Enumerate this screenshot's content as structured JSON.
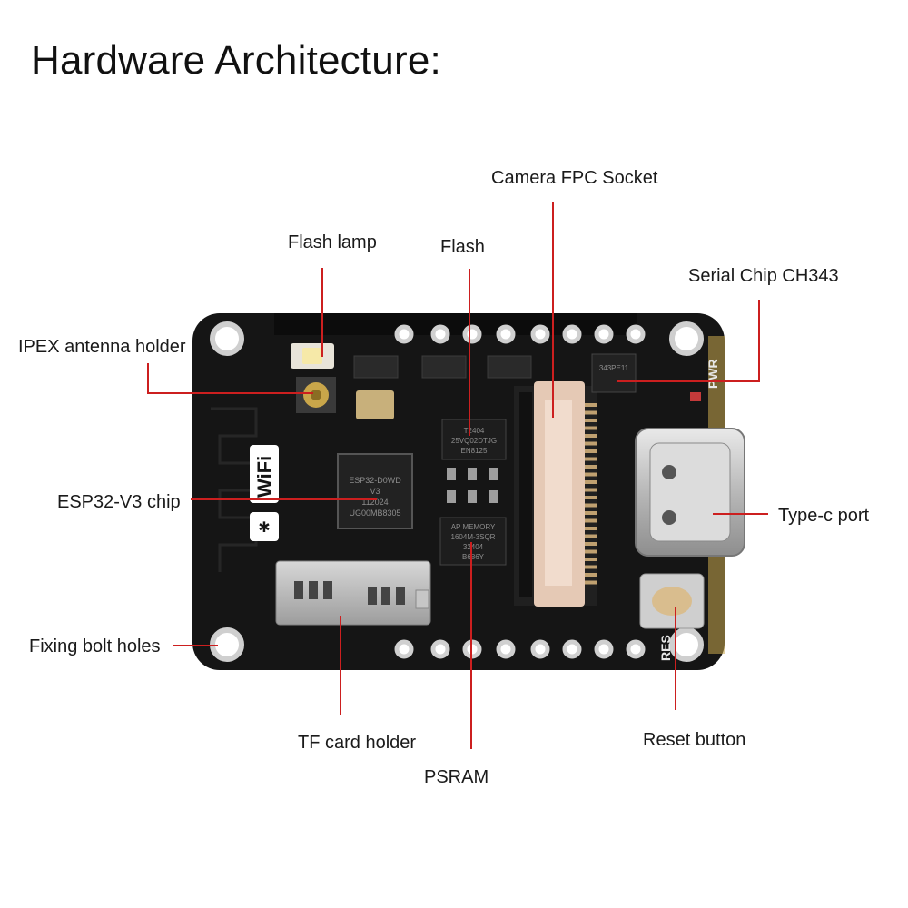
{
  "title": "Hardware Architecture:",
  "labels": {
    "camera_fpc_socket": "Camera FPC Socket",
    "flash_lamp": "Flash lamp",
    "flash": "Flash",
    "serial_chip": "Serial Chip CH343",
    "ipex_antenna": "IPEX antenna holder",
    "esp32_chip": "ESP32-V3 chip",
    "type_c_port": "Type-c port",
    "fixing_bolt_holes": "Fixing bolt holes",
    "tf_card_holder": "TF card holder",
    "psram": "PSRAM",
    "reset_button": "Reset button"
  },
  "silkscreen": {
    "wifi": "WiFi",
    "pwr": "PWR",
    "res": "RES",
    "esp32_marking": [
      "ESP32-D0WD",
      "V3",
      "112024",
      "UG00MB8305"
    ],
    "flash_marking": [
      "T2404",
      "25VQ02DTJG",
      "EN8125"
    ],
    "psram_marking": [
      "AP MEMORY",
      "1604M-3SQR",
      "32404",
      "B686Y"
    ],
    "serial_marking": "343PE11"
  },
  "colors": {
    "leader_line": "#cc1f1f",
    "board": "#161616",
    "pad": "#d8d8d8",
    "text": "#1a1a1a"
  }
}
